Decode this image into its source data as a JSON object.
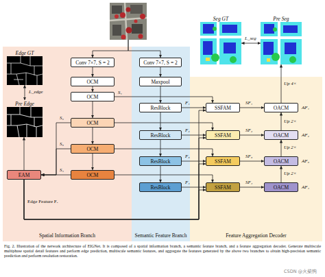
{
  "diagram": {
    "caption": "Fig. 2. Illustration of the network architecture of EIGNet. It is composed of a spatial information branch, a semantic feature branch, and a feature aggregation decoder. Generate multiscale multiphase spatial detail features and perform edge prediction, multiscale semantic features, and aggregate the features generated by the above two branches to obtain high-precision semantic prediction and perform resolution restoration.",
    "nodes": [
      {
        "text": [
          "Spatial Information Branch"
        ]
      },
      {
        "text": [
          "Edge GT"
        ],
        "in": 0
      },
      {
        "text": [
          "Pre Edge"
        ],
        "in": 0
      },
      {
        "text": [
          "Conv 7×7, S = 2"
        ],
        "in": 0
      },
      {
        "text": [
          "OCM"
        ],
        "in": 0
      },
      {
        "text": [
          "OCM"
        ],
        "in": 0
      },
      {
        "text": [
          "OCM"
        ],
        "in": 0
      },
      {
        "text": [
          "OCM"
        ],
        "in": 0
      },
      {
        "text": [
          "OCM"
        ],
        "in": 0
      },
      {
        "text": [
          "EAM"
        ],
        "in": 0
      },
      {
        "text": [
          "Semantic Feature Branch"
        ]
      },
      {
        "text": [
          "Conv 7×7, S = 2"
        ],
        "in": 10
      },
      {
        "text": [
          "Maxpool"
        ],
        "in": 10
      },
      {
        "text": [
          "ResBlock"
        ],
        "in": 10
      },
      {
        "text": [
          "ResBlock"
        ],
        "in": 10
      },
      {
        "text": [
          "ResBlock"
        ],
        "in": 10
      },
      {
        "text": [
          "ResBlock"
        ],
        "in": 10
      },
      {
        "text": [
          "Seg GT"
        ]
      },
      {
        "text": [
          "Pre Seg"
        ]
      },
      {
        "text": [
          "Feature Aggregation Decoder"
        ]
      },
      {
        "text": [
          "SSFAM"
        ],
        "in": 19
      },
      {
        "text": [
          "SSFAM"
        ],
        "in": 19
      },
      {
        "text": [
          "SSFAM"
        ],
        "in": 19
      },
      {
        "text": [
          "SSFAM"
        ],
        "in": 19
      },
      {
        "text": [
          "OACM"
        ],
        "in": 19
      },
      {
        "text": [
          "OACM"
        ],
        "in": 19
      },
      {
        "text": [
          "OACM"
        ],
        "in": 19
      },
      {
        "text": [
          "OACM"
        ],
        "in": 19
      }
    ],
    "edges": [
      {
        "from": 2,
        "to": 1,
        "arrow": "both",
        "label": "L_edge"
      },
      {
        "from": 3,
        "to": 4,
        "arrow": "to"
      },
      {
        "from": 4,
        "to": 5,
        "arrow": "to"
      },
      {
        "from": 5,
        "to": 6,
        "arrow": "to"
      },
      {
        "from": 6,
        "to": 7,
        "arrow": "to"
      },
      {
        "from": 7,
        "to": 8,
        "arrow": "to"
      },
      {
        "from": 6,
        "to": 9,
        "arrow": "to",
        "label": "S₂"
      },
      {
        "from": 7,
        "to": 9,
        "arrow": "to",
        "label": "S₃"
      },
      {
        "from": 8,
        "to": 9,
        "arrow": "to",
        "label": "S₄"
      },
      {
        "from": 9,
        "to": 2,
        "arrow": "to"
      },
      {
        "from": 11,
        "to": 12,
        "arrow": "to"
      },
      {
        "from": 12,
        "to": 13,
        "arrow": "to"
      },
      {
        "from": 13,
        "to": 14,
        "arrow": "to"
      },
      {
        "from": 14,
        "to": 15,
        "arrow": "to"
      },
      {
        "from": 15,
        "to": 16,
        "arrow": "to"
      },
      {
        "from": 5,
        "to": 20,
        "arrow": "to",
        "label": "S₁"
      },
      {
        "from": 6,
        "to": 21,
        "arrow": "to"
      },
      {
        "from": 7,
        "to": 22,
        "arrow": "to"
      },
      {
        "from": 8,
        "to": 23,
        "arrow": "to"
      },
      {
        "from": 13,
        "to": 20,
        "arrow": "to",
        "label": "F₁"
      },
      {
        "from": 14,
        "to": 21,
        "arrow": "to",
        "label": "F₂"
      },
      {
        "from": 15,
        "to": 22,
        "arrow": "to",
        "label": "F₃"
      },
      {
        "from": 16,
        "to": 23,
        "arrow": "to",
        "label": "F₄"
      },
      {
        "from": 9,
        "to": 20,
        "arrow": "to"
      },
      {
        "from": 9,
        "to": 21,
        "arrow": "to"
      },
      {
        "from": 9,
        "to": 22,
        "arrow": "to"
      },
      {
        "from": 9,
        "to": 23,
        "arrow": "to"
      },
      {
        "from": 20,
        "to": 24,
        "arrow": "to",
        "label": "SF₁"
      },
      {
        "from": 21,
        "to": 25,
        "arrow": "to",
        "label": "SF₂"
      },
      {
        "from": 22,
        "to": 26,
        "arrow": "to",
        "label": "SF₃"
      },
      {
        "from": 23,
        "to": 27,
        "arrow": "to",
        "label": "SF₄"
      },
      {
        "from": 25,
        "to": 24,
        "arrow": "to",
        "label": "Up 2×"
      },
      {
        "from": 26,
        "to": 25,
        "arrow": "to",
        "label": "Up 2×"
      },
      {
        "from": 27,
        "to": 26,
        "arrow": "to",
        "label": "Up 2×"
      },
      {
        "from": 24,
        "to": 18,
        "arrow": "to",
        "label": "Up 4×"
      },
      {
        "from": 18,
        "to": 17,
        "arrow": "both",
        "label": "L_seg"
      }
    ],
    "labels": [
      "AF₁",
      "AF₂",
      "AF₃",
      "AF₄",
      "Edge Feature Fₑ",
      "CSDN @火柴狗"
    ]
  }
}
